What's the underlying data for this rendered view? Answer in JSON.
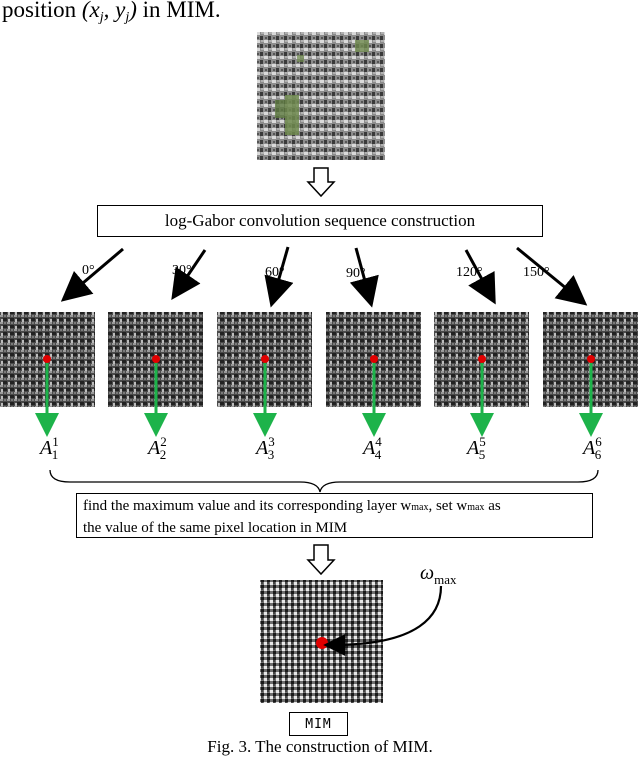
{
  "header_text": {
    "prefix": "position",
    "coord": "(x",
    "j": "j",
    "sep": ", y",
    "j2": "j",
    "close": ")",
    "suffix": " in MIM."
  },
  "construction_label": "log-Gabor convolution sequence construction",
  "angles": [
    "0°",
    "30°",
    "60°",
    "90°",
    "120°",
    "150°"
  ],
  "a_labels": [
    {
      "base": "A",
      "sup": "1",
      "sub": "1"
    },
    {
      "base": "A",
      "sup": "2",
      "sub": "2"
    },
    {
      "base": "A",
      "sup": "3",
      "sub": "3"
    },
    {
      "base": "A",
      "sup": "4",
      "sub": "4"
    },
    {
      "base": "A",
      "sup": "5",
      "sub": "5"
    },
    {
      "base": "A",
      "sup": "6",
      "sub": "6"
    }
  ],
  "find_box": {
    "line1_a": "find the maximum value and its corresponding layer w",
    "line1_sub1": "max",
    "line1_b": ", set w",
    "line1_sub2": "max",
    "line1_c": " as",
    "line2": "the value of the same pixel location in MIM"
  },
  "omega_label": {
    "base": "ω",
    "sub": "max"
  },
  "mim_label": "MIM",
  "caption": "Fig. 3. The construction of MIM.",
  "colors": {
    "green_arrow": "#1db34a",
    "red_dot": "#e00000"
  }
}
